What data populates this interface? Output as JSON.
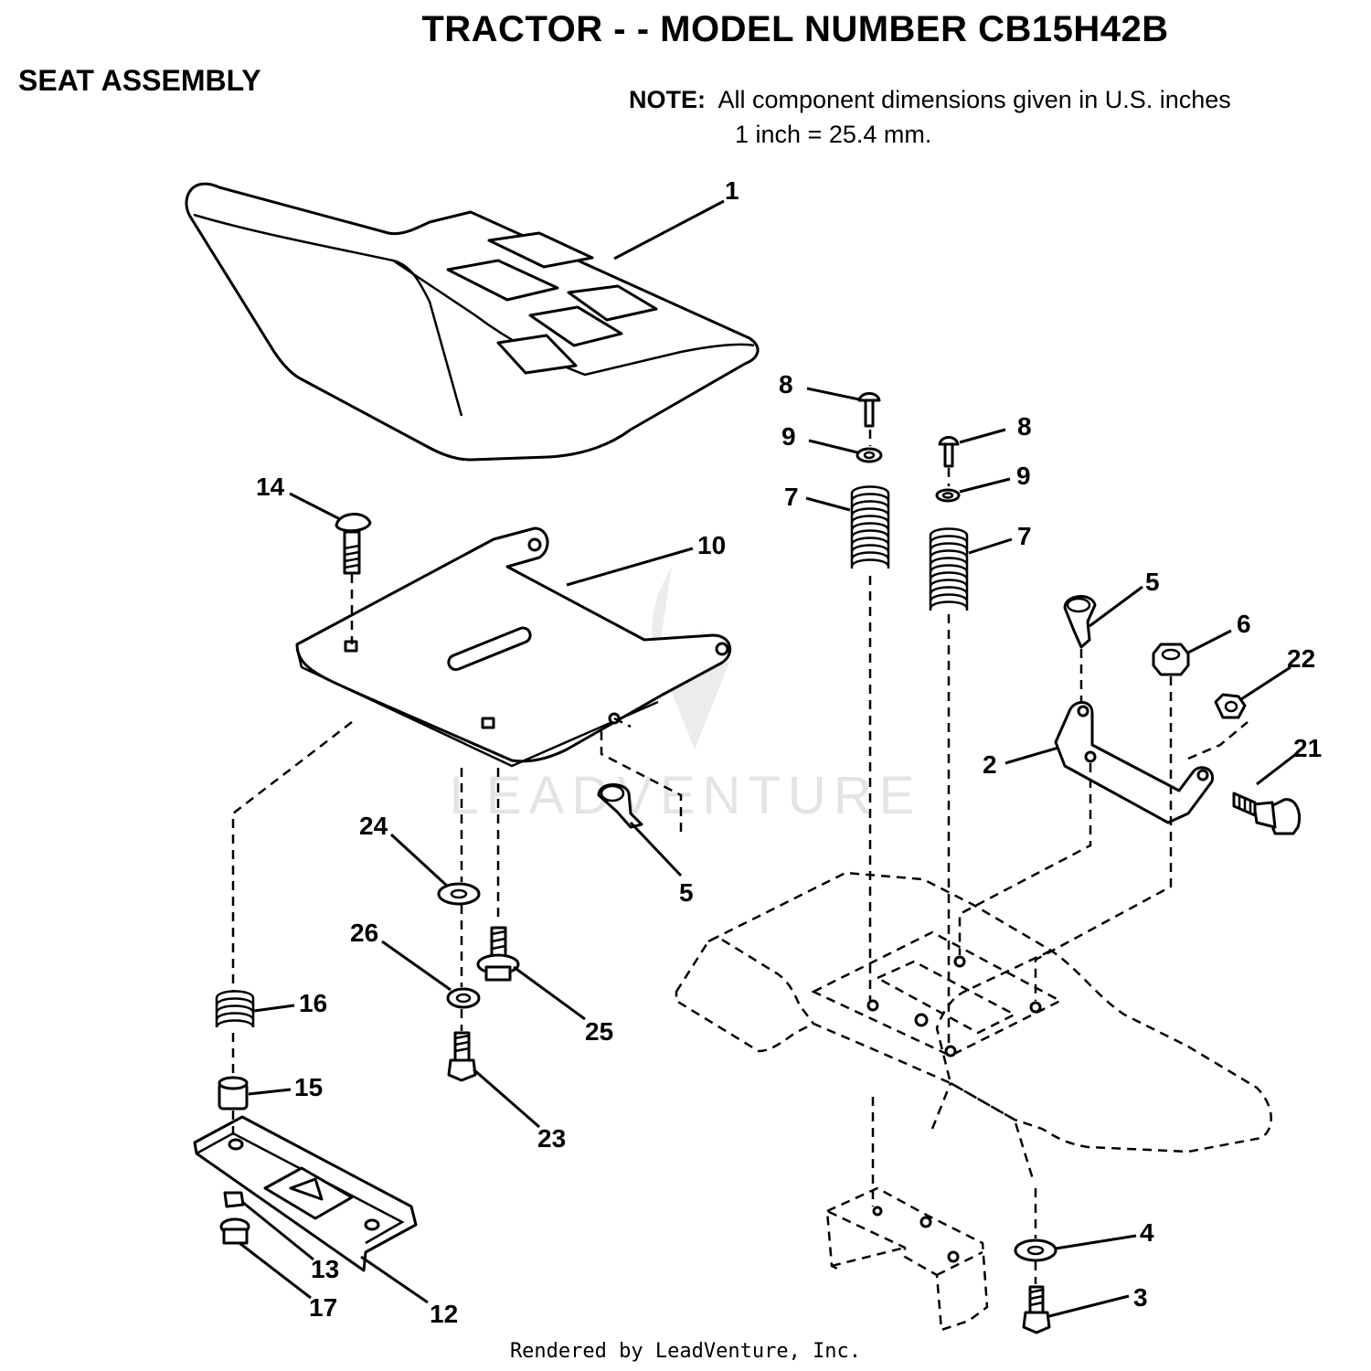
{
  "header": {
    "title": "TRACTOR - - MODEL NUMBER CB15H42B",
    "subtitle": "SEAT ASSEMBLY",
    "note_label": "NOTE:",
    "note_line1": "All component dimensions given in U.S. inches",
    "note_line2": "1 inch = 25.4 mm."
  },
  "watermark": "LEADVENTURE",
  "footer": "Rendered by LeadVenture, Inc.",
  "callouts": [
    {
      "id": "1",
      "label": "1"
    },
    {
      "id": "14",
      "label": "14"
    },
    {
      "id": "10",
      "label": "10"
    },
    {
      "id": "8a",
      "label": "8"
    },
    {
      "id": "9a",
      "label": "9"
    },
    {
      "id": "7a",
      "label": "7"
    },
    {
      "id": "8b",
      "label": "8"
    },
    {
      "id": "9b",
      "label": "9"
    },
    {
      "id": "7b",
      "label": "7"
    },
    {
      "id": "5a",
      "label": "5"
    },
    {
      "id": "6",
      "label": "6"
    },
    {
      "id": "22",
      "label": "22"
    },
    {
      "id": "21",
      "label": "21"
    },
    {
      "id": "2",
      "label": "2"
    },
    {
      "id": "5b",
      "label": "5"
    },
    {
      "id": "24",
      "label": "24"
    },
    {
      "id": "26",
      "label": "26"
    },
    {
      "id": "25",
      "label": "25"
    },
    {
      "id": "23",
      "label": "23"
    },
    {
      "id": "16",
      "label": "16"
    },
    {
      "id": "15",
      "label": "15"
    },
    {
      "id": "13",
      "label": "13"
    },
    {
      "id": "17",
      "label": "17"
    },
    {
      "id": "12",
      "label": "12"
    },
    {
      "id": "4",
      "label": "4"
    },
    {
      "id": "3",
      "label": "3"
    }
  ]
}
